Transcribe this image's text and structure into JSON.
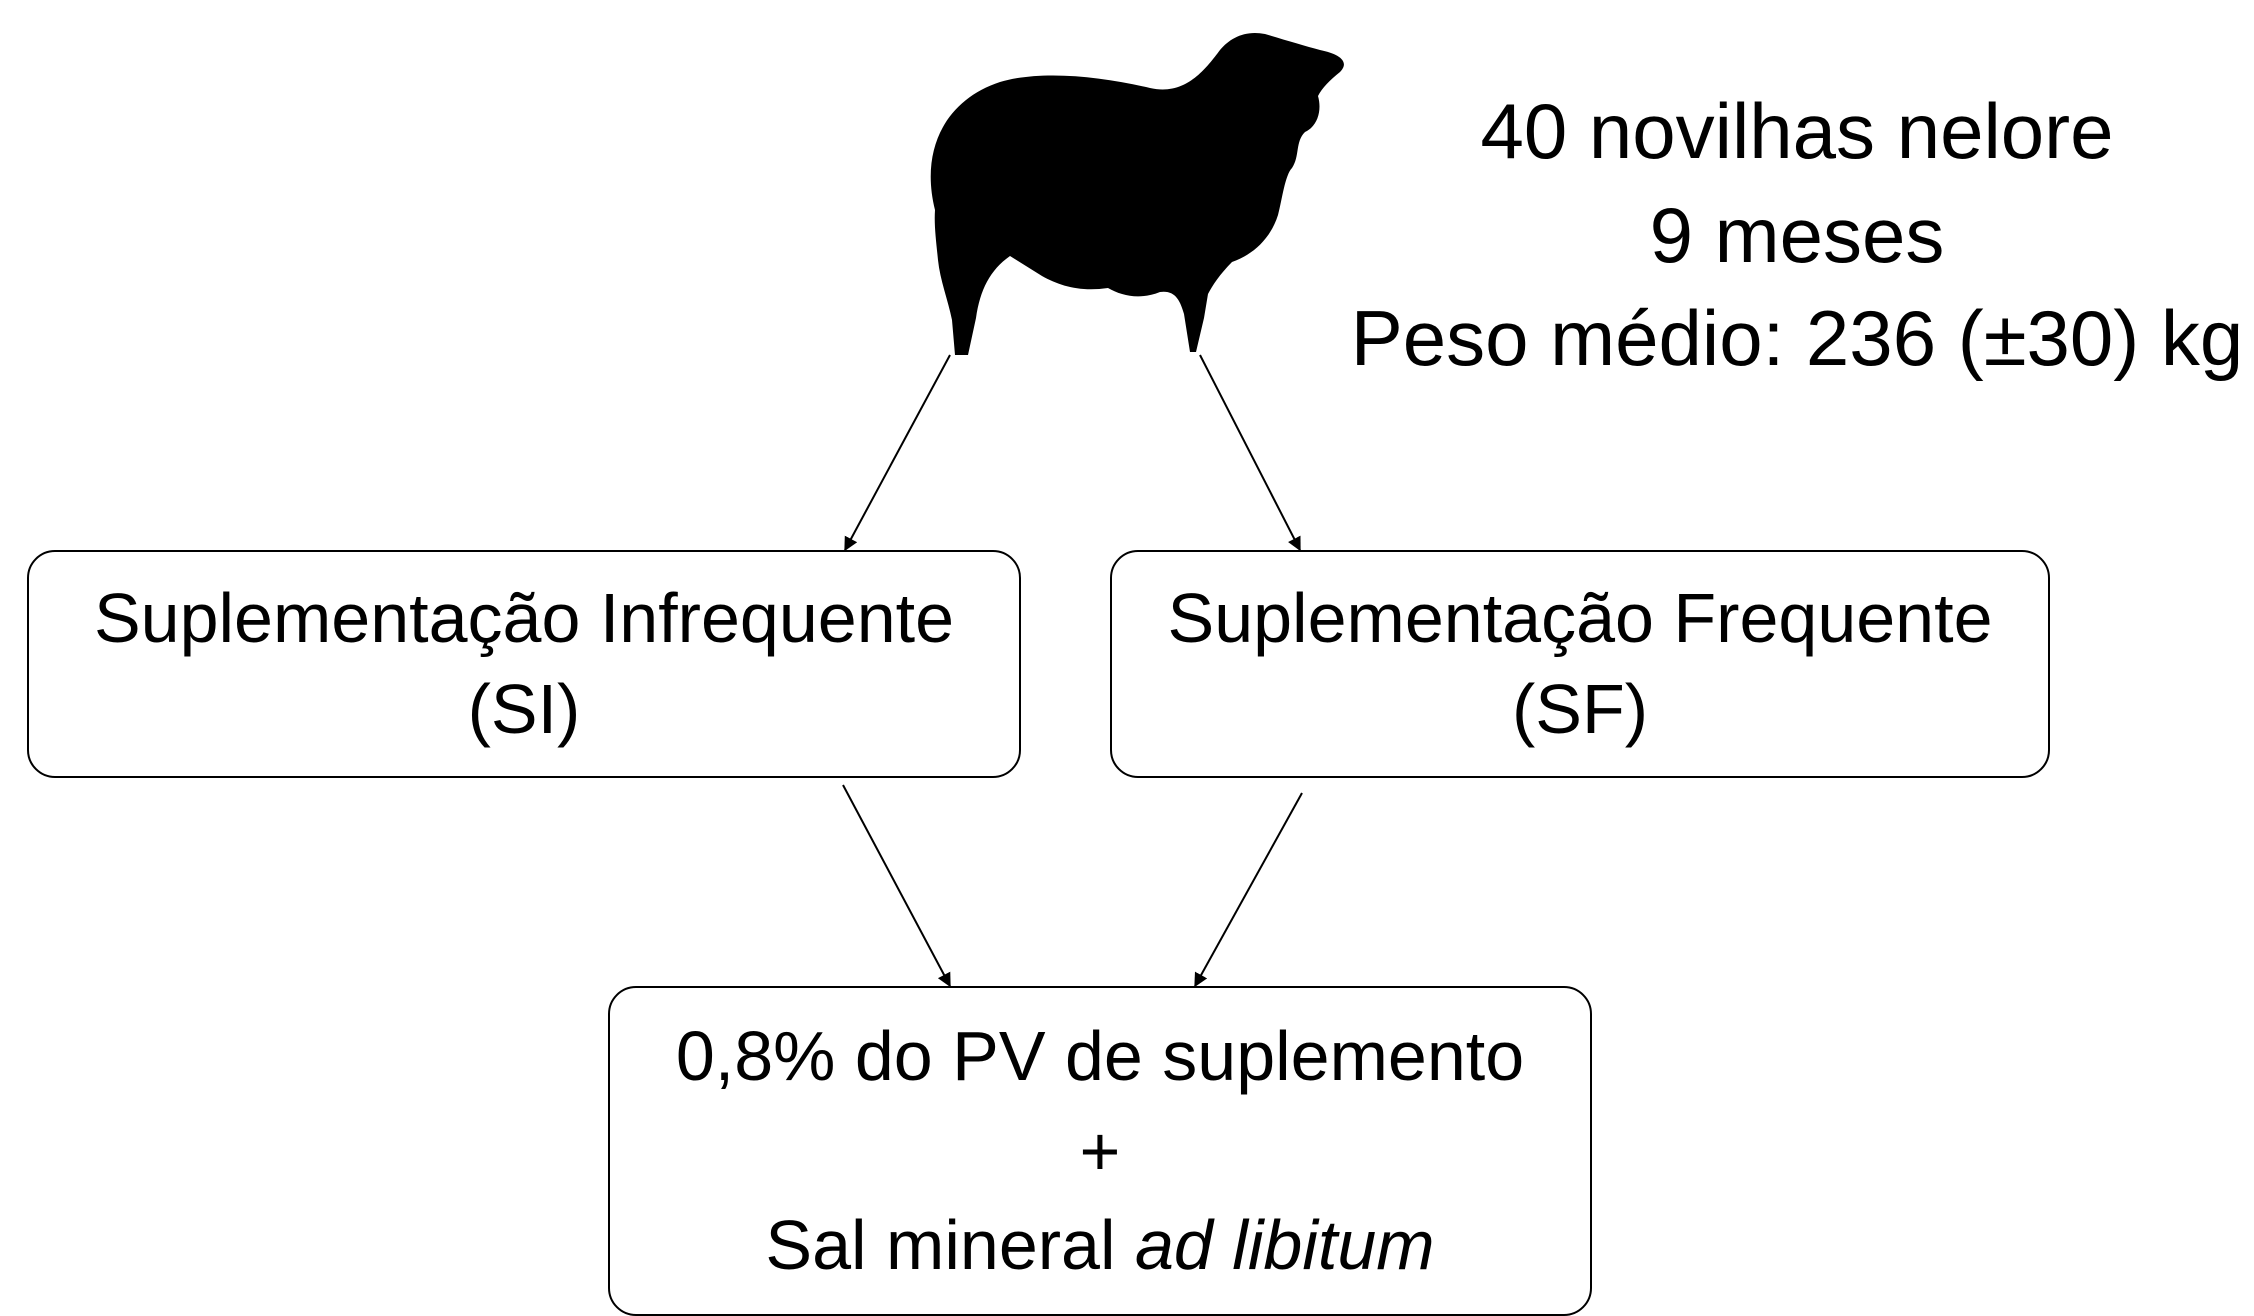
{
  "herd": {
    "line1": "40 novilhas nelore",
    "line2": "9 meses",
    "line3": "Peso médio:  236 (±30) kg"
  },
  "si": {
    "line1": "Suplementação Infrequente",
    "line2": "(SI)"
  },
  "sf": {
    "line1": "Suplementação Frequente",
    "line2": "(SF)"
  },
  "result": {
    "line1": "0,8% do PV de suplemento",
    "line2": "+",
    "line3_prefix": "Sal mineral ",
    "line3_italic": "ad libitum"
  },
  "colors": {
    "stroke": "#000000",
    "background": "#ffffff"
  },
  "icons": {
    "animal": "heifer-silhouette-icon"
  }
}
